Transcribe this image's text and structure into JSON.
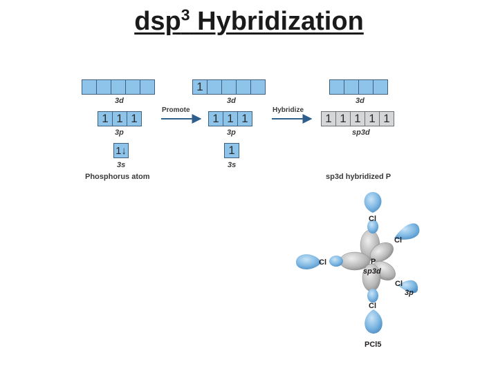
{
  "title": {
    "main": "dsp",
    "sup": "3",
    "rest": " Hybridization"
  },
  "atom": {
    "d_label": "3d",
    "p_label": "3p",
    "s_label": "3s",
    "caption": "Phosphorus atom",
    "p_arrows": [
      "1",
      "1",
      "1"
    ],
    "s_arrows": "1↓"
  },
  "promote": {
    "label": "Promote",
    "d_label": "3d",
    "p_label": "3p",
    "s_label": "3s",
    "d_arrows": [
      "1"
    ],
    "p_arrows": [
      "1",
      "1",
      "1"
    ],
    "s_arrows": "1"
  },
  "hybridize": {
    "label": "Hybridize",
    "d_label": "3d",
    "sp3d_label": "sp3d",
    "sp3d_arrows": [
      "1",
      "1",
      "1",
      "1",
      "1"
    ],
    "caption": "sp3d hybridized P"
  },
  "molecule": {
    "atoms": [
      "Cl",
      "Cl",
      "Cl",
      "Cl",
      "Cl"
    ],
    "center": "P",
    "center_orbital": "sp3d",
    "cl_orbital": "3p",
    "formula": "PCl5"
  },
  "colors": {
    "orbital_blue": "#8ec3ea",
    "orbital_grey": "#d4d6d8",
    "arrow": "#2e5f8a"
  }
}
